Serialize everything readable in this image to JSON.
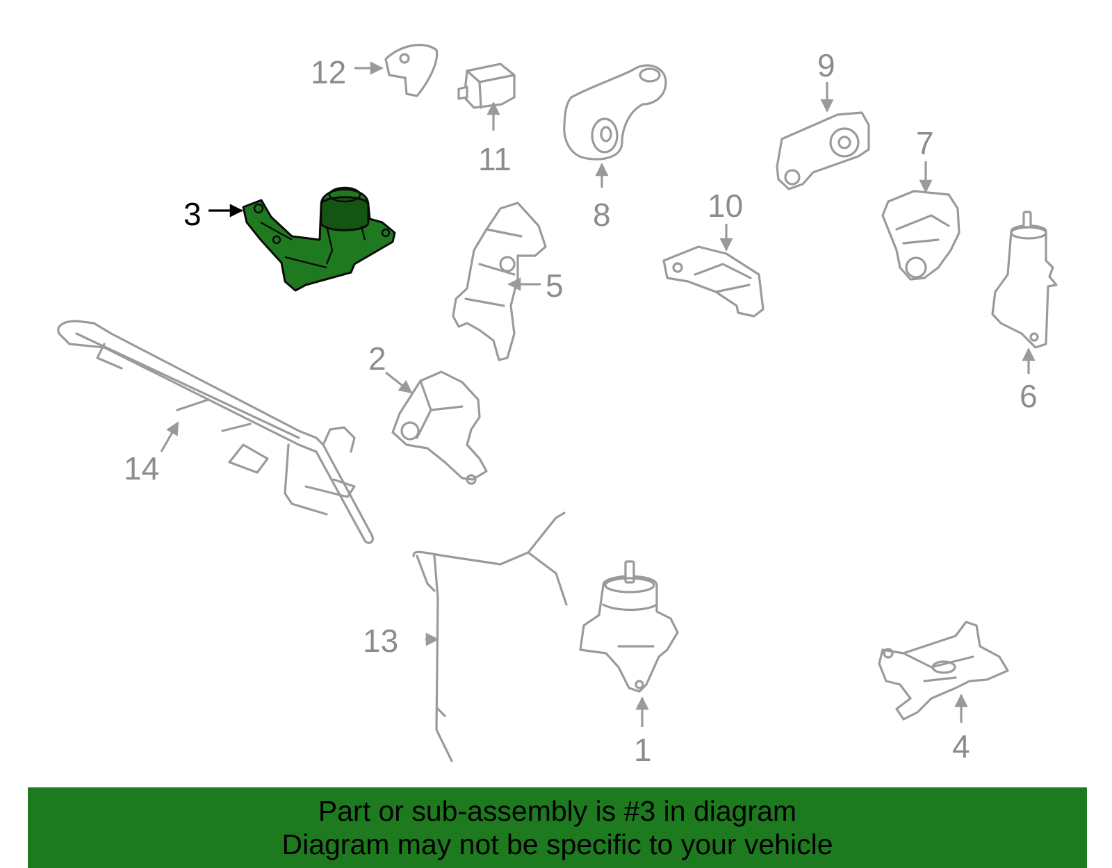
{
  "footer": {
    "line1": "Part or sub-assembly is #3 in diagram",
    "line2": "Diagram may not be specific to your vehicle"
  },
  "highlight_color": "#1e7a1e",
  "callouts": {
    "c1": "1",
    "c2": "2",
    "c3": "3",
    "c4": "4",
    "c5": "5",
    "c6": "6",
    "c7": "7",
    "c8": "8",
    "c9": "9",
    "c10": "10",
    "c11": "11",
    "c12": "12",
    "c13": "13",
    "c14": "14"
  },
  "highlighted_part": "3"
}
